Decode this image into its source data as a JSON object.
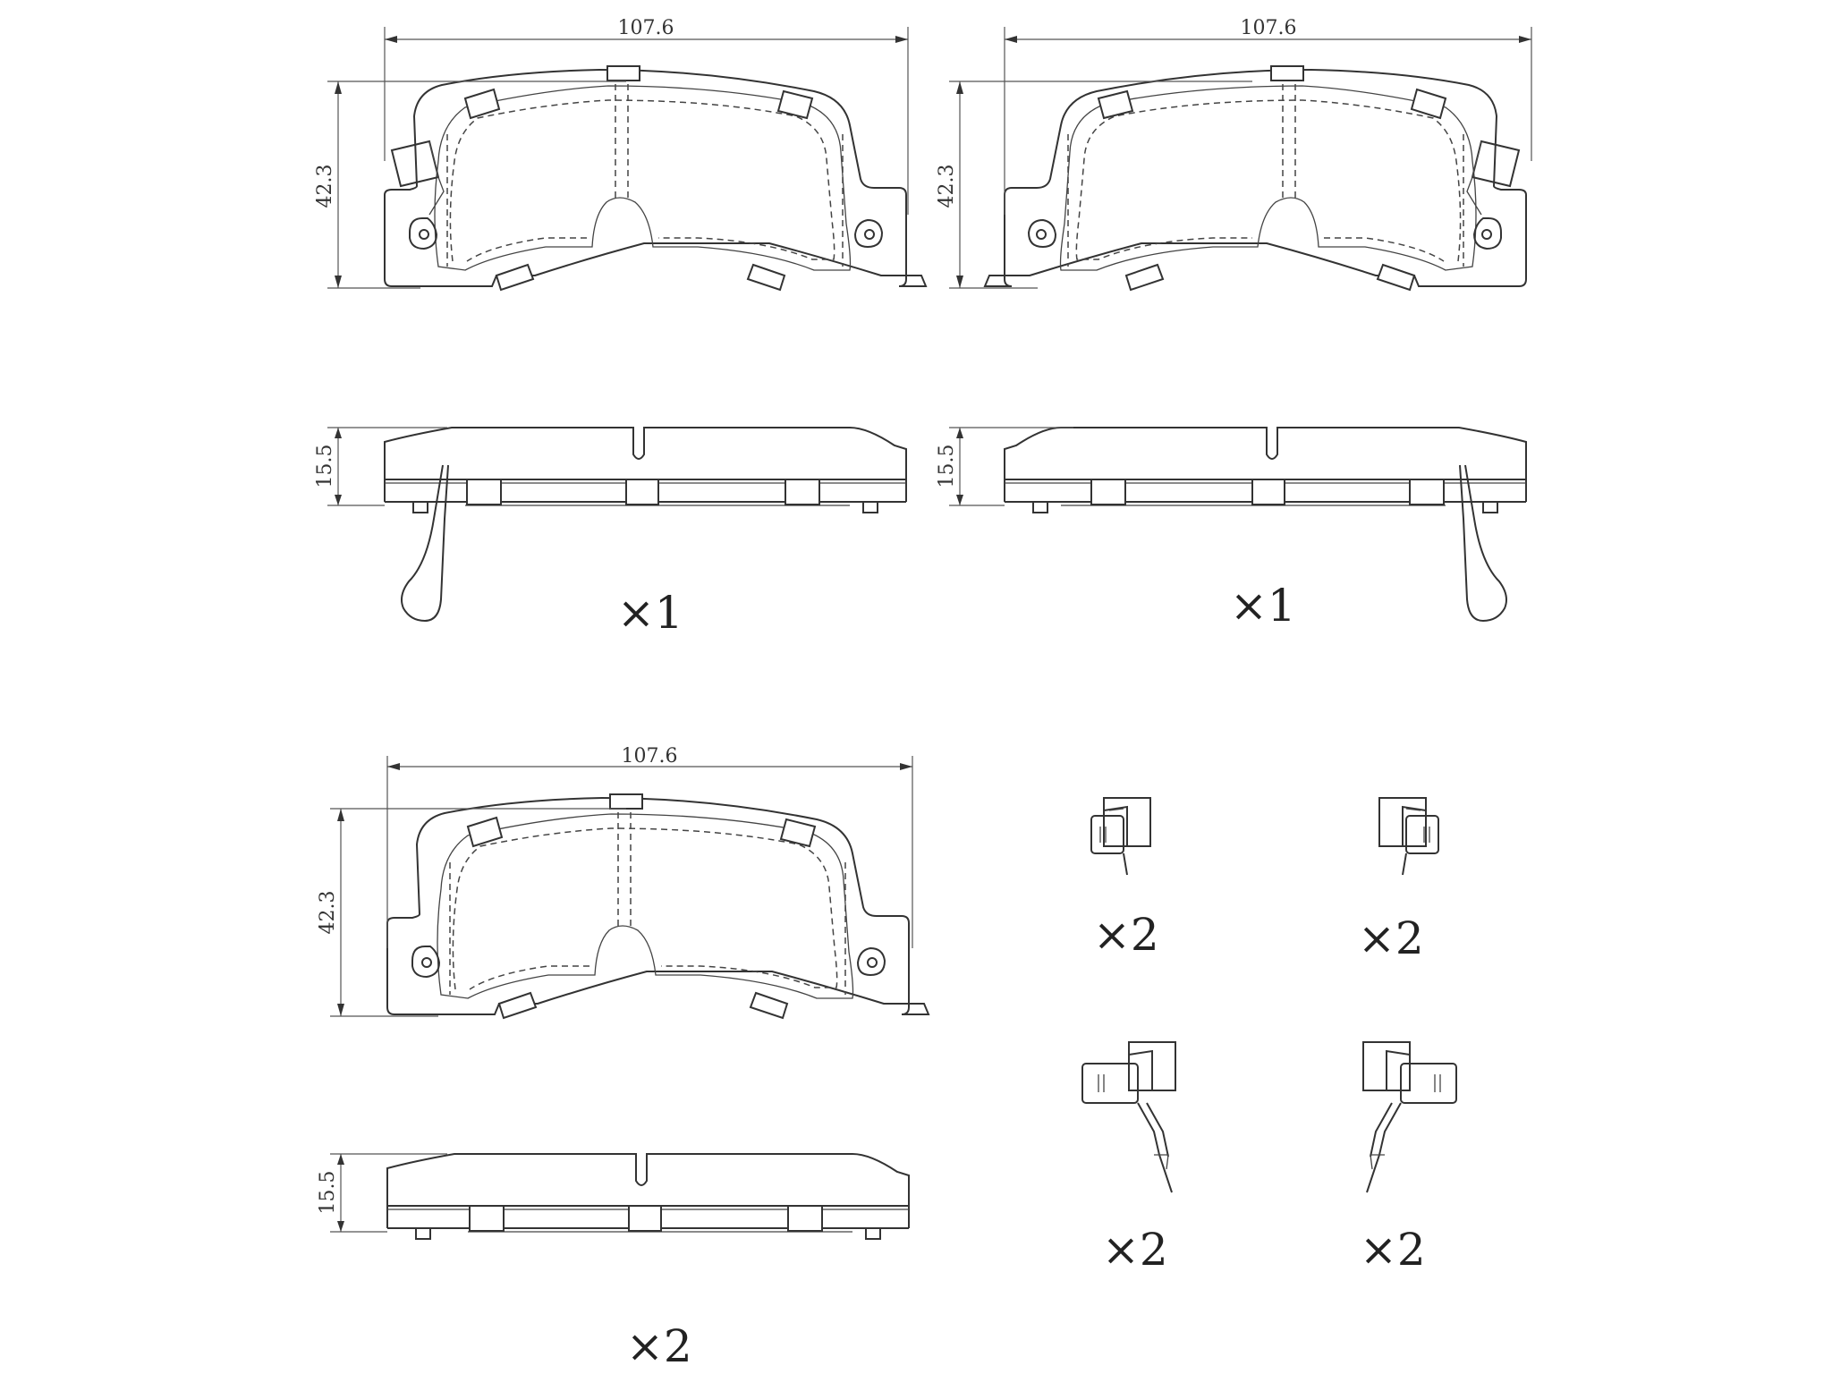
{
  "pads": [
    {
      "width_label": "107.6",
      "height_label": "42.3",
      "thickness_label": "15.5",
      "quantity": "×1"
    },
    {
      "width_label": "107.6",
      "height_label": "42.3",
      "thickness_label": "15.5",
      "quantity": "×1"
    },
    {
      "width_label": "107.6",
      "height_label": "42.3",
      "thickness_label": "15.5",
      "quantity": "×2"
    }
  ],
  "clips": [
    {
      "quantity": "×2"
    },
    {
      "quantity": "×2"
    },
    {
      "quantity": "×2"
    },
    {
      "quantity": "×2"
    }
  ]
}
